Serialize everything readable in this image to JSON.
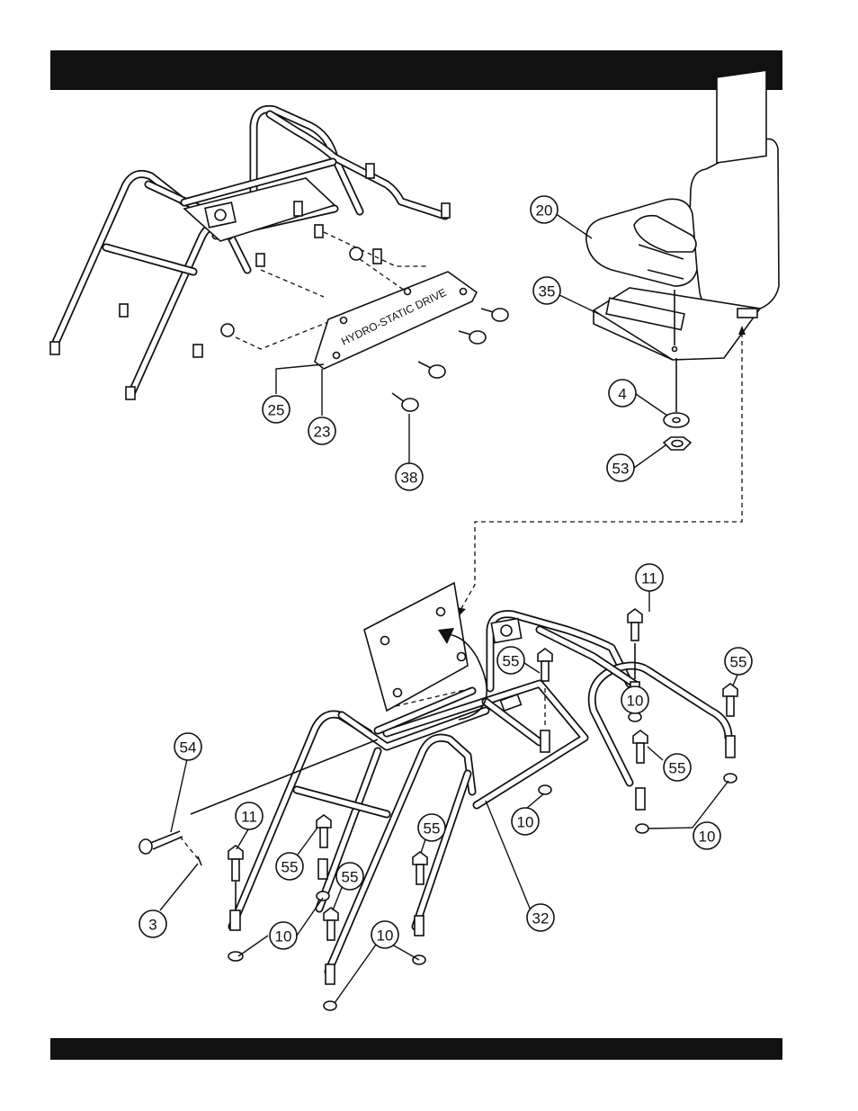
{
  "header_bar": {
    "color": "#111111"
  },
  "footer_bar": {
    "color": "#111111"
  },
  "diagram": {
    "plate_label": "HYDRO-STATIC DRIVE",
    "callouts": [
      {
        "id": "c20",
        "label": "20"
      },
      {
        "id": "c35",
        "label": "35"
      },
      {
        "id": "c4",
        "label": "4"
      },
      {
        "id": "c53",
        "label": "53"
      },
      {
        "id": "c25",
        "label": "25"
      },
      {
        "id": "c23",
        "label": "23"
      },
      {
        "id": "c38",
        "label": "38"
      },
      {
        "id": "c11a",
        "label": "11"
      },
      {
        "id": "c55a",
        "label": "55"
      },
      {
        "id": "c55b",
        "label": "55"
      },
      {
        "id": "c10a",
        "label": "10"
      },
      {
        "id": "c55c",
        "label": "55"
      },
      {
        "id": "c10b",
        "label": "10"
      },
      {
        "id": "c10c",
        "label": "10"
      },
      {
        "id": "c54",
        "label": "54"
      },
      {
        "id": "c11b",
        "label": "11"
      },
      {
        "id": "c55d",
        "label": "55"
      },
      {
        "id": "c55e",
        "label": "55"
      },
      {
        "id": "c55f",
        "label": "55"
      },
      {
        "id": "c3",
        "label": "3"
      },
      {
        "id": "c10d",
        "label": "10"
      },
      {
        "id": "c10e",
        "label": "10"
      },
      {
        "id": "c32",
        "label": "32"
      }
    ]
  }
}
